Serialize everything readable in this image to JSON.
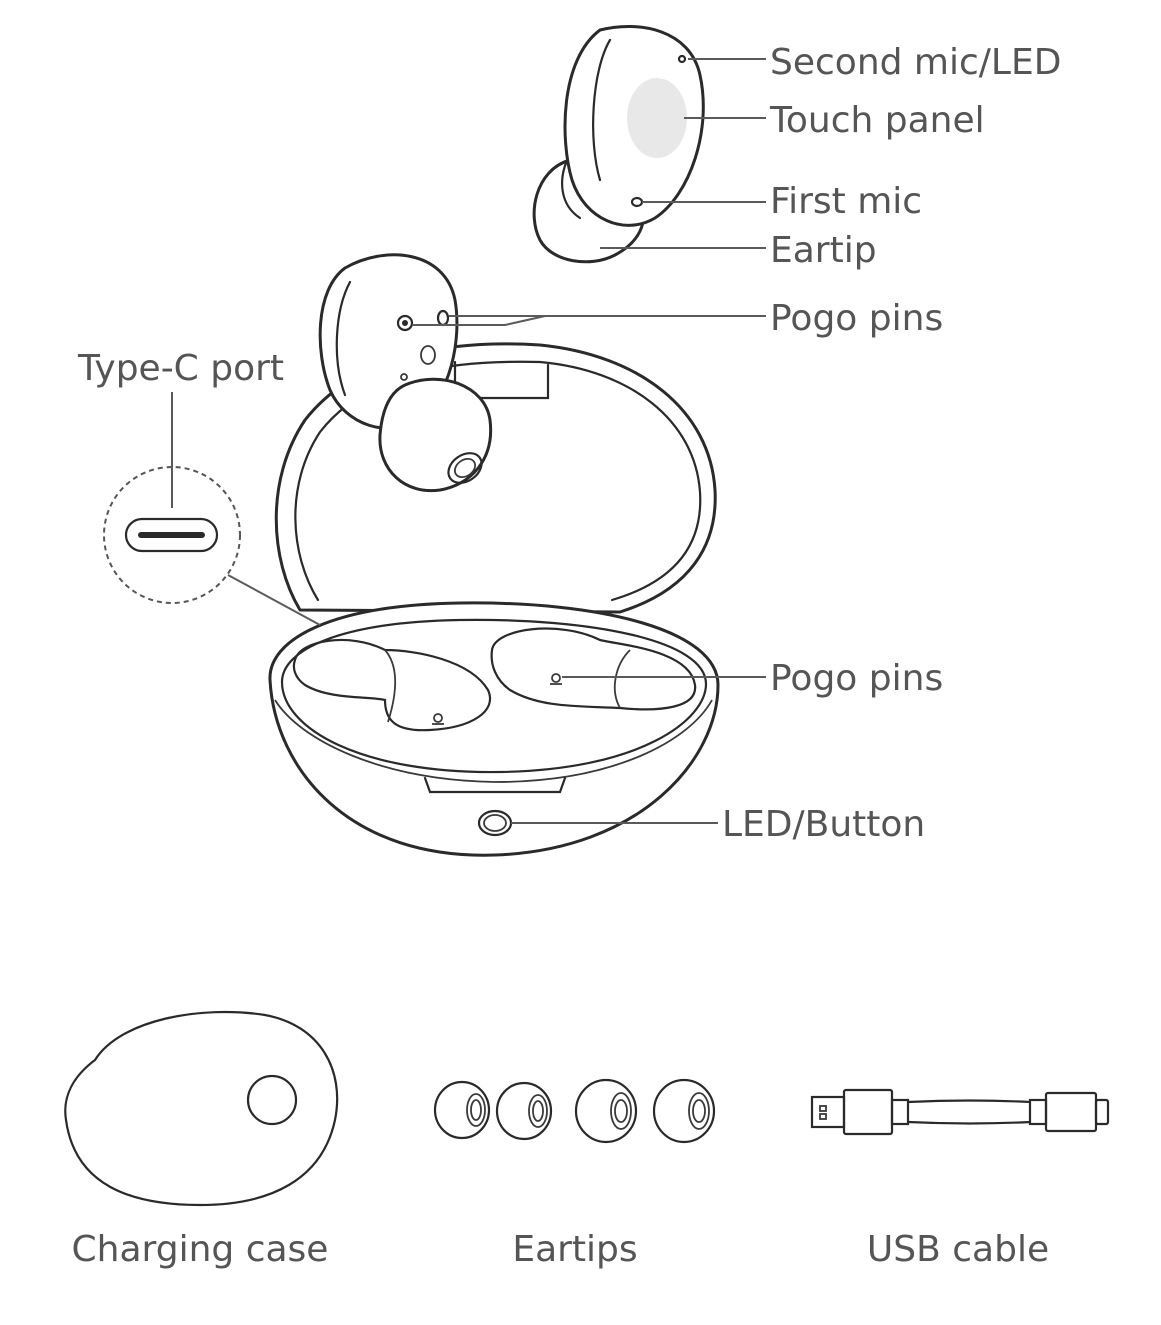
{
  "callouts": {
    "second_mic_led": "Second mic/LED",
    "touch_panel": "Touch panel",
    "first_mic": "First mic",
    "eartip": "Eartip",
    "pogo_pins_earbud": "Pogo pins",
    "type_c_port": "Type-C port",
    "pogo_pins_case": "Pogo pins",
    "led_button": "LED/Button"
  },
  "contents": {
    "charging_case": "Charging case",
    "eartips": "Eartips",
    "usb_cable": "USB cable"
  },
  "colors": {
    "outline": "#2a2a2a",
    "label_text": "#555555",
    "touch_panel_fill": "#e8e8e8"
  }
}
